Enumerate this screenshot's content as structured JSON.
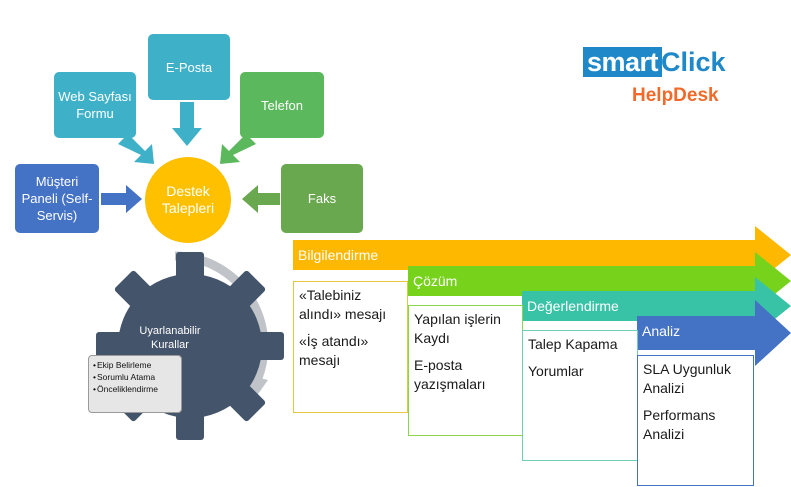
{
  "logo": {
    "brand_left": "smart",
    "brand_right": "Click",
    "product": "HelpDesk"
  },
  "channels": {
    "web": "Web Sayfası Formu",
    "email": "E-Posta",
    "phone": "Telefon",
    "self_service": "Müşteri Paneli (Self-Servis)",
    "fax": "Faks"
  },
  "hub": "Destek Talepleri",
  "gear": {
    "title": "Uyarlanabilir Kurallar",
    "rules": [
      "Ekip Belirleme",
      "Sorumlu Atama",
      "Önceliklendirme"
    ]
  },
  "stages": [
    {
      "title": "Bilgilendirme",
      "items": [
        "«Talebiniz alındı» mesajı",
        "«İş atandı» mesajı"
      ],
      "color": "#ffb800"
    },
    {
      "title": "Çözüm",
      "items": [
        "Yapılan işlerin Kaydı",
        "E-posta yazışmaları"
      ],
      "color": "#77d21c"
    },
    {
      "title": "Değerlendirme",
      "items": [
        "Talep Kapama",
        "Yorumlar"
      ],
      "color": "#38c3a6"
    },
    {
      "title": "Analiz",
      "items": [
        "SLA Uygunluk Analizi",
        "Performans Analizi"
      ],
      "color": "#4472c4"
    }
  ],
  "colors": {
    "teal": "#3eb1c8",
    "green": "#5cb85c",
    "blue": "#4472c4",
    "faks": "#6aa84f",
    "hub": "#ffc000",
    "gear": "#44546a",
    "brand_blue": "#1e88c8",
    "brand_orange": "#f06a2a"
  }
}
